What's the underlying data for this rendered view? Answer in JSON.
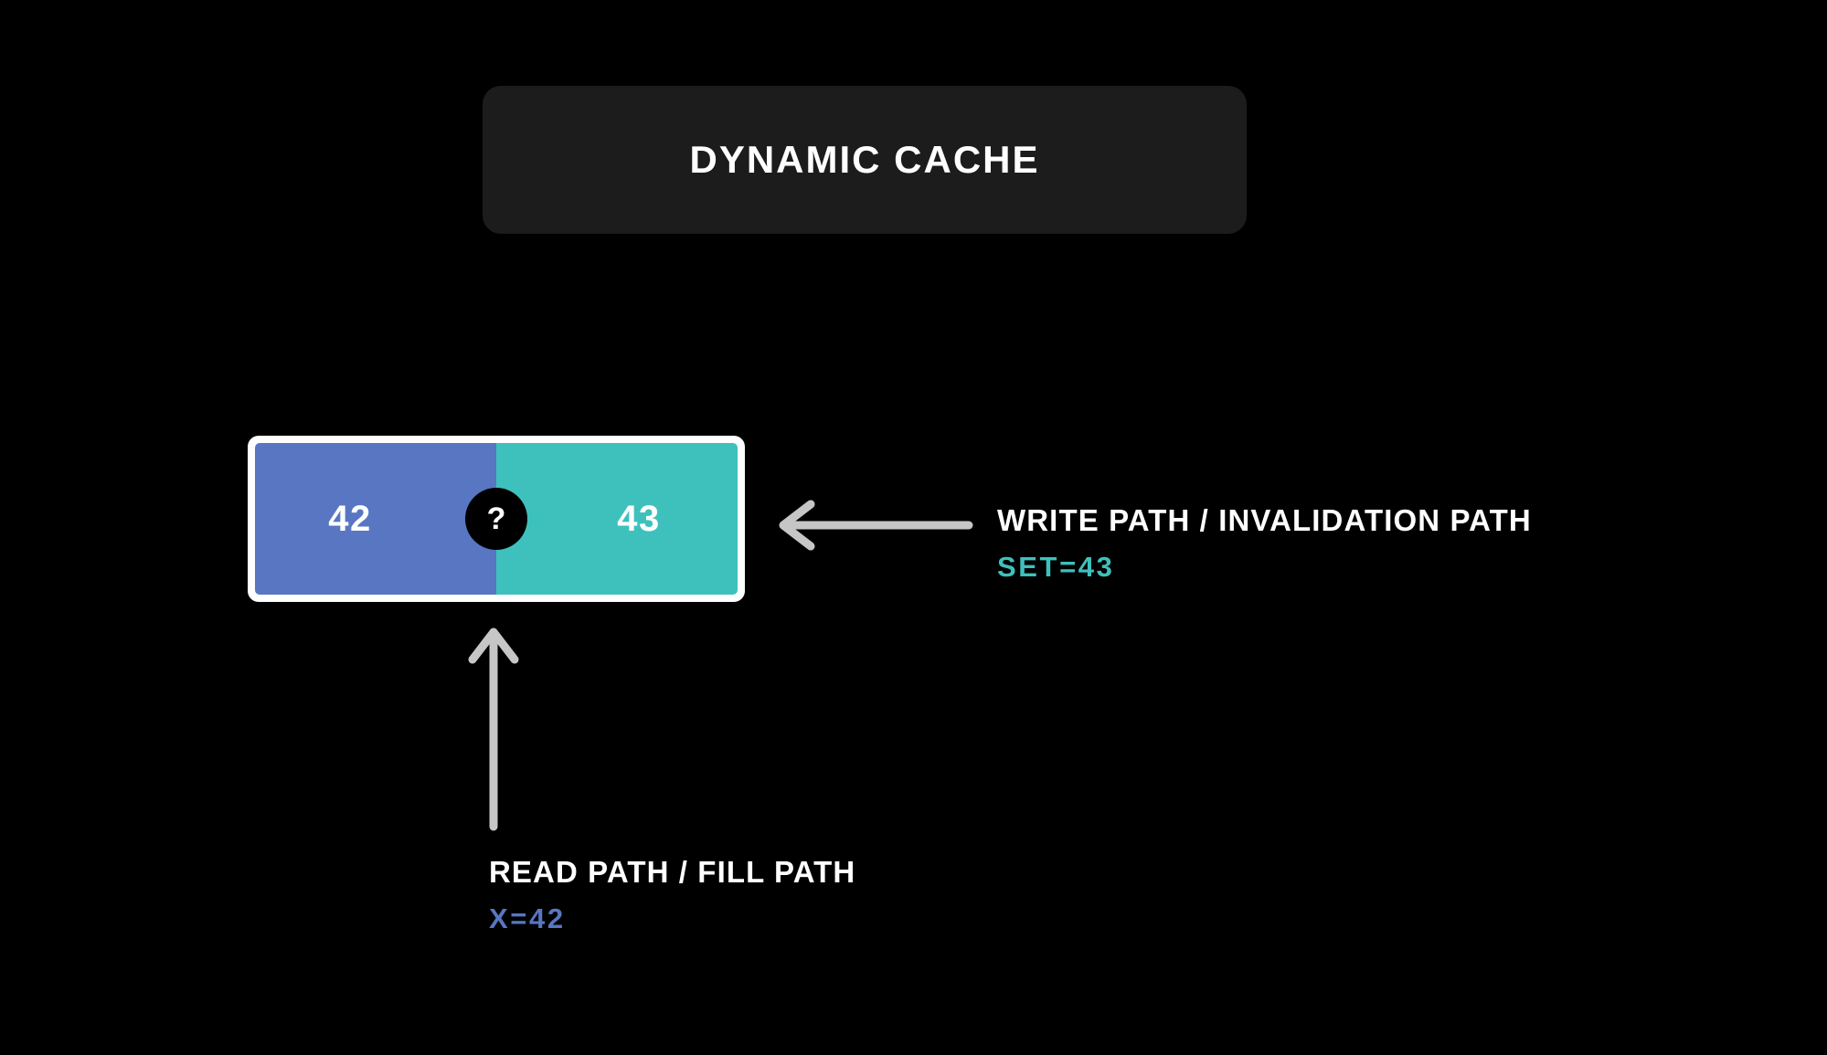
{
  "canvas": {
    "background_color": "#000000"
  },
  "title_card": {
    "label": "DYNAMIC CACHE",
    "background_color": "#1c1c1c",
    "text_color": "#ffffff"
  },
  "cache_bar": {
    "border_color": "#ffffff",
    "cells": [
      {
        "name": "stale-entry",
        "value": "42",
        "color": "#5876c2"
      },
      {
        "name": "fresh-entry",
        "value": "43",
        "color": "#3ec1bd"
      }
    ],
    "marker": {
      "glyph": "?",
      "background_color": "#000000",
      "text_color": "#ffffff"
    }
  },
  "annotations": {
    "write": {
      "title": "WRITE PATH / INVALIDATION PATH",
      "value": "SET=43",
      "value_color": "#3ec1bd",
      "arrow_direction": "left",
      "arrow_color": "#c6c6c6"
    },
    "read": {
      "title": "READ PATH / FILL PATH",
      "value": "X=42",
      "value_color": "#5876c2",
      "arrow_direction": "up",
      "arrow_color": "#c6c6c6"
    }
  }
}
